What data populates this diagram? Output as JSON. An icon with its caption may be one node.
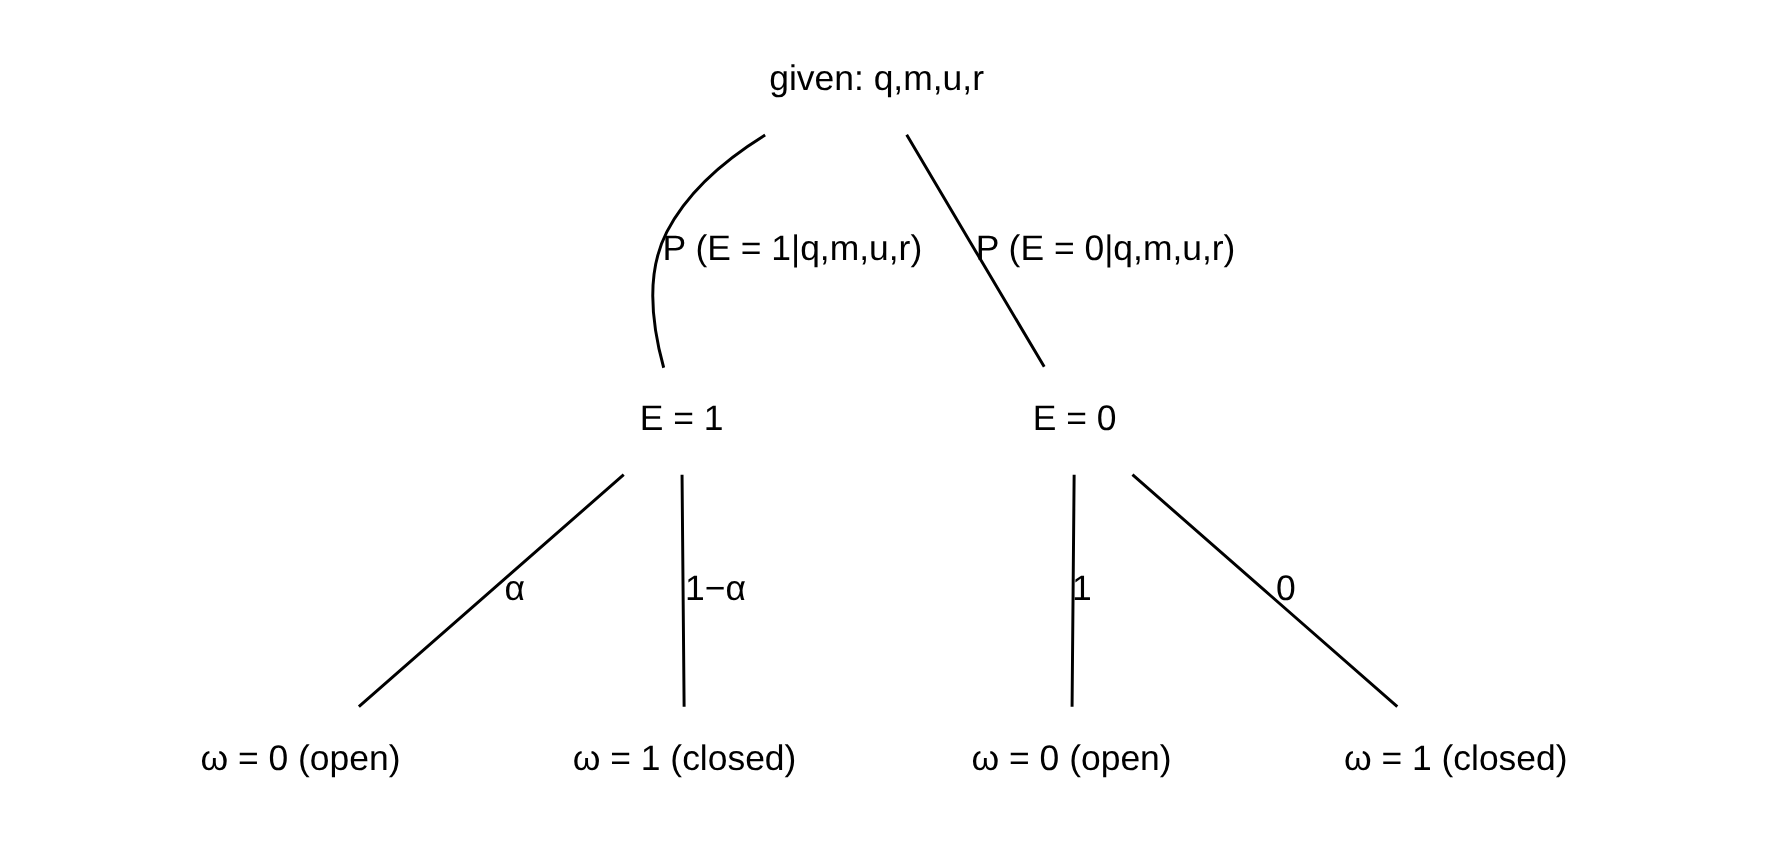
{
  "diagram": {
    "nodes": [
      {
        "text": [
          "given: q,m,u,r"
        ]
      },
      {
        "text": [
          "E = 1"
        ]
      },
      {
        "text": [
          "E = 0"
        ]
      },
      {
        "text": [
          "ω = 0 (open)"
        ]
      },
      {
        "text": [
          "ω = 1 (closed)"
        ]
      },
      {
        "text": [
          "ω = 0 (open)"
        ]
      },
      {
        "text": [
          "ω = 1 (closed)"
        ]
      }
    ],
    "edges": [
      {
        "from": 0,
        "to": 1,
        "arrow": "none",
        "label": "P (E = 1|q,m,u,r)"
      },
      {
        "from": 0,
        "to": 2,
        "arrow": "none",
        "label": "P (E = 0|q,m,u,r)"
      },
      {
        "from": 1,
        "to": 3,
        "arrow": "none",
        "label": "α"
      },
      {
        "from": 1,
        "to": 4,
        "arrow": "none",
        "label": "1−α"
      },
      {
        "from": 2,
        "to": 5,
        "arrow": "none",
        "label": "1"
      },
      {
        "from": 2,
        "to": 6,
        "arrow": "none",
        "label": "0"
      }
    ]
  }
}
